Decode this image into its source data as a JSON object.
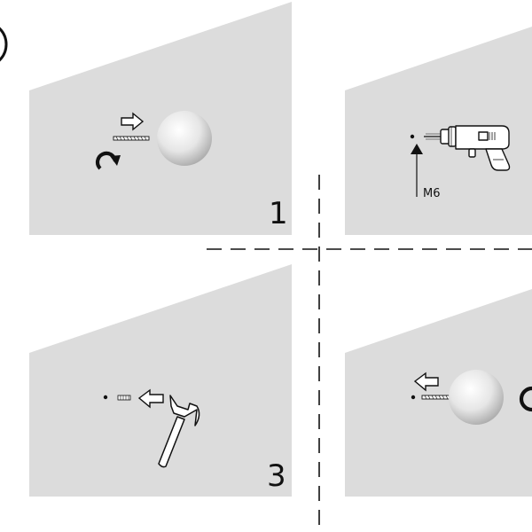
{
  "colors": {
    "background": "#ffffff",
    "wall": "#dcdcdc",
    "line": "#111111",
    "knob_light": "#ffffff",
    "knob_dark": "#a8a8a8"
  },
  "panels": [
    {
      "step_number": "1",
      "icons": [
        "arrow-right-icon",
        "screw-icon",
        "knob-icon",
        "rotate-clockwise-icon"
      ]
    },
    {
      "step_number": "",
      "callout_label": "M6",
      "icons": [
        "hole-dot-icon",
        "callout-arrow-icon",
        "drill-icon"
      ]
    },
    {
      "step_number": "3",
      "icons": [
        "hole-dot-icon",
        "wall-anchor-icon",
        "arrow-left-icon",
        "hammer-icon"
      ]
    },
    {
      "step_number": "",
      "icons": [
        "hole-dot-icon",
        "arrow-left-icon",
        "screw-icon",
        "knob-icon",
        "rotate-icon"
      ]
    }
  ]
}
